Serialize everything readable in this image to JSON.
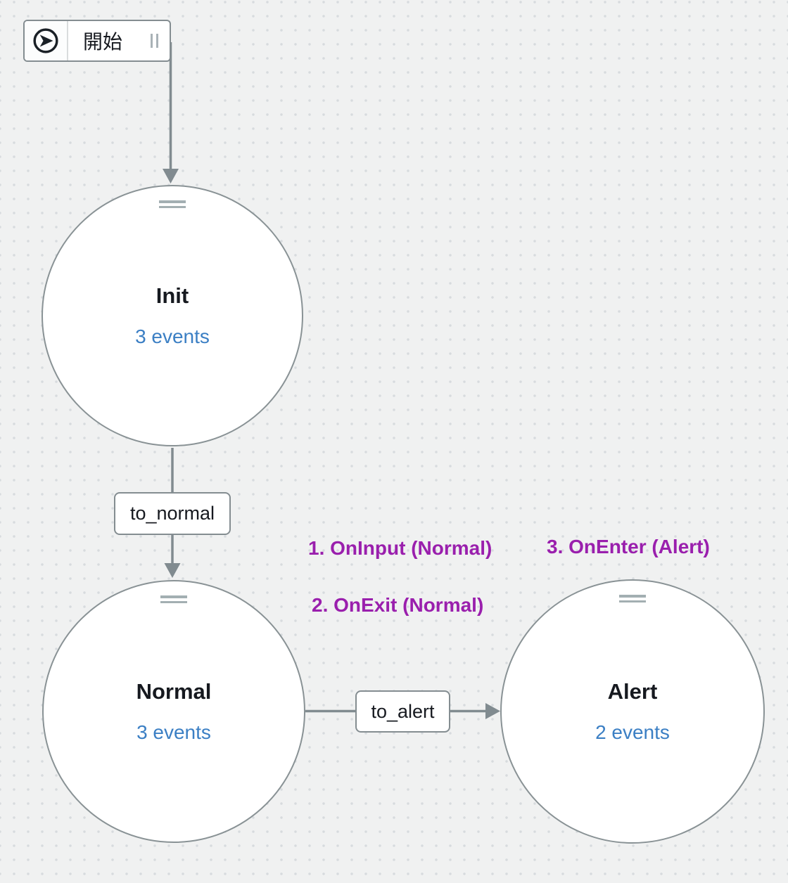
{
  "canvas": {
    "background_color": "#f0f1f1",
    "dot_color": "#d7dbde"
  },
  "colors": {
    "edge_gray": "#818b90",
    "node_border_gray": "#899295",
    "events_link_blue": "#3b7fc4",
    "annotation_purple": "#9a1fad",
    "text_dark": "#16191f"
  },
  "start_node": {
    "label": "開始",
    "icon": "start-play-icon",
    "drag_handle_icon": "vertical-grip-icon"
  },
  "states": [
    {
      "id": "Init",
      "title": "Init",
      "events_label": "3 events"
    },
    {
      "id": "Normal",
      "title": "Normal",
      "events_label": "3 events"
    },
    {
      "id": "Alert",
      "title": "Alert",
      "events_label": "2 events"
    }
  ],
  "transitions": [
    {
      "id": "to_normal",
      "label": "to_normal",
      "from": "Init",
      "to": "Normal"
    },
    {
      "id": "to_alert",
      "label": "to_alert",
      "from": "Normal",
      "to": "Alert"
    }
  ],
  "annotations": [
    {
      "text": "1. OnInput (Normal)"
    },
    {
      "text": "2. OnExit (Normal)"
    },
    {
      "text": "3. OnEnter (Alert)"
    }
  ]
}
